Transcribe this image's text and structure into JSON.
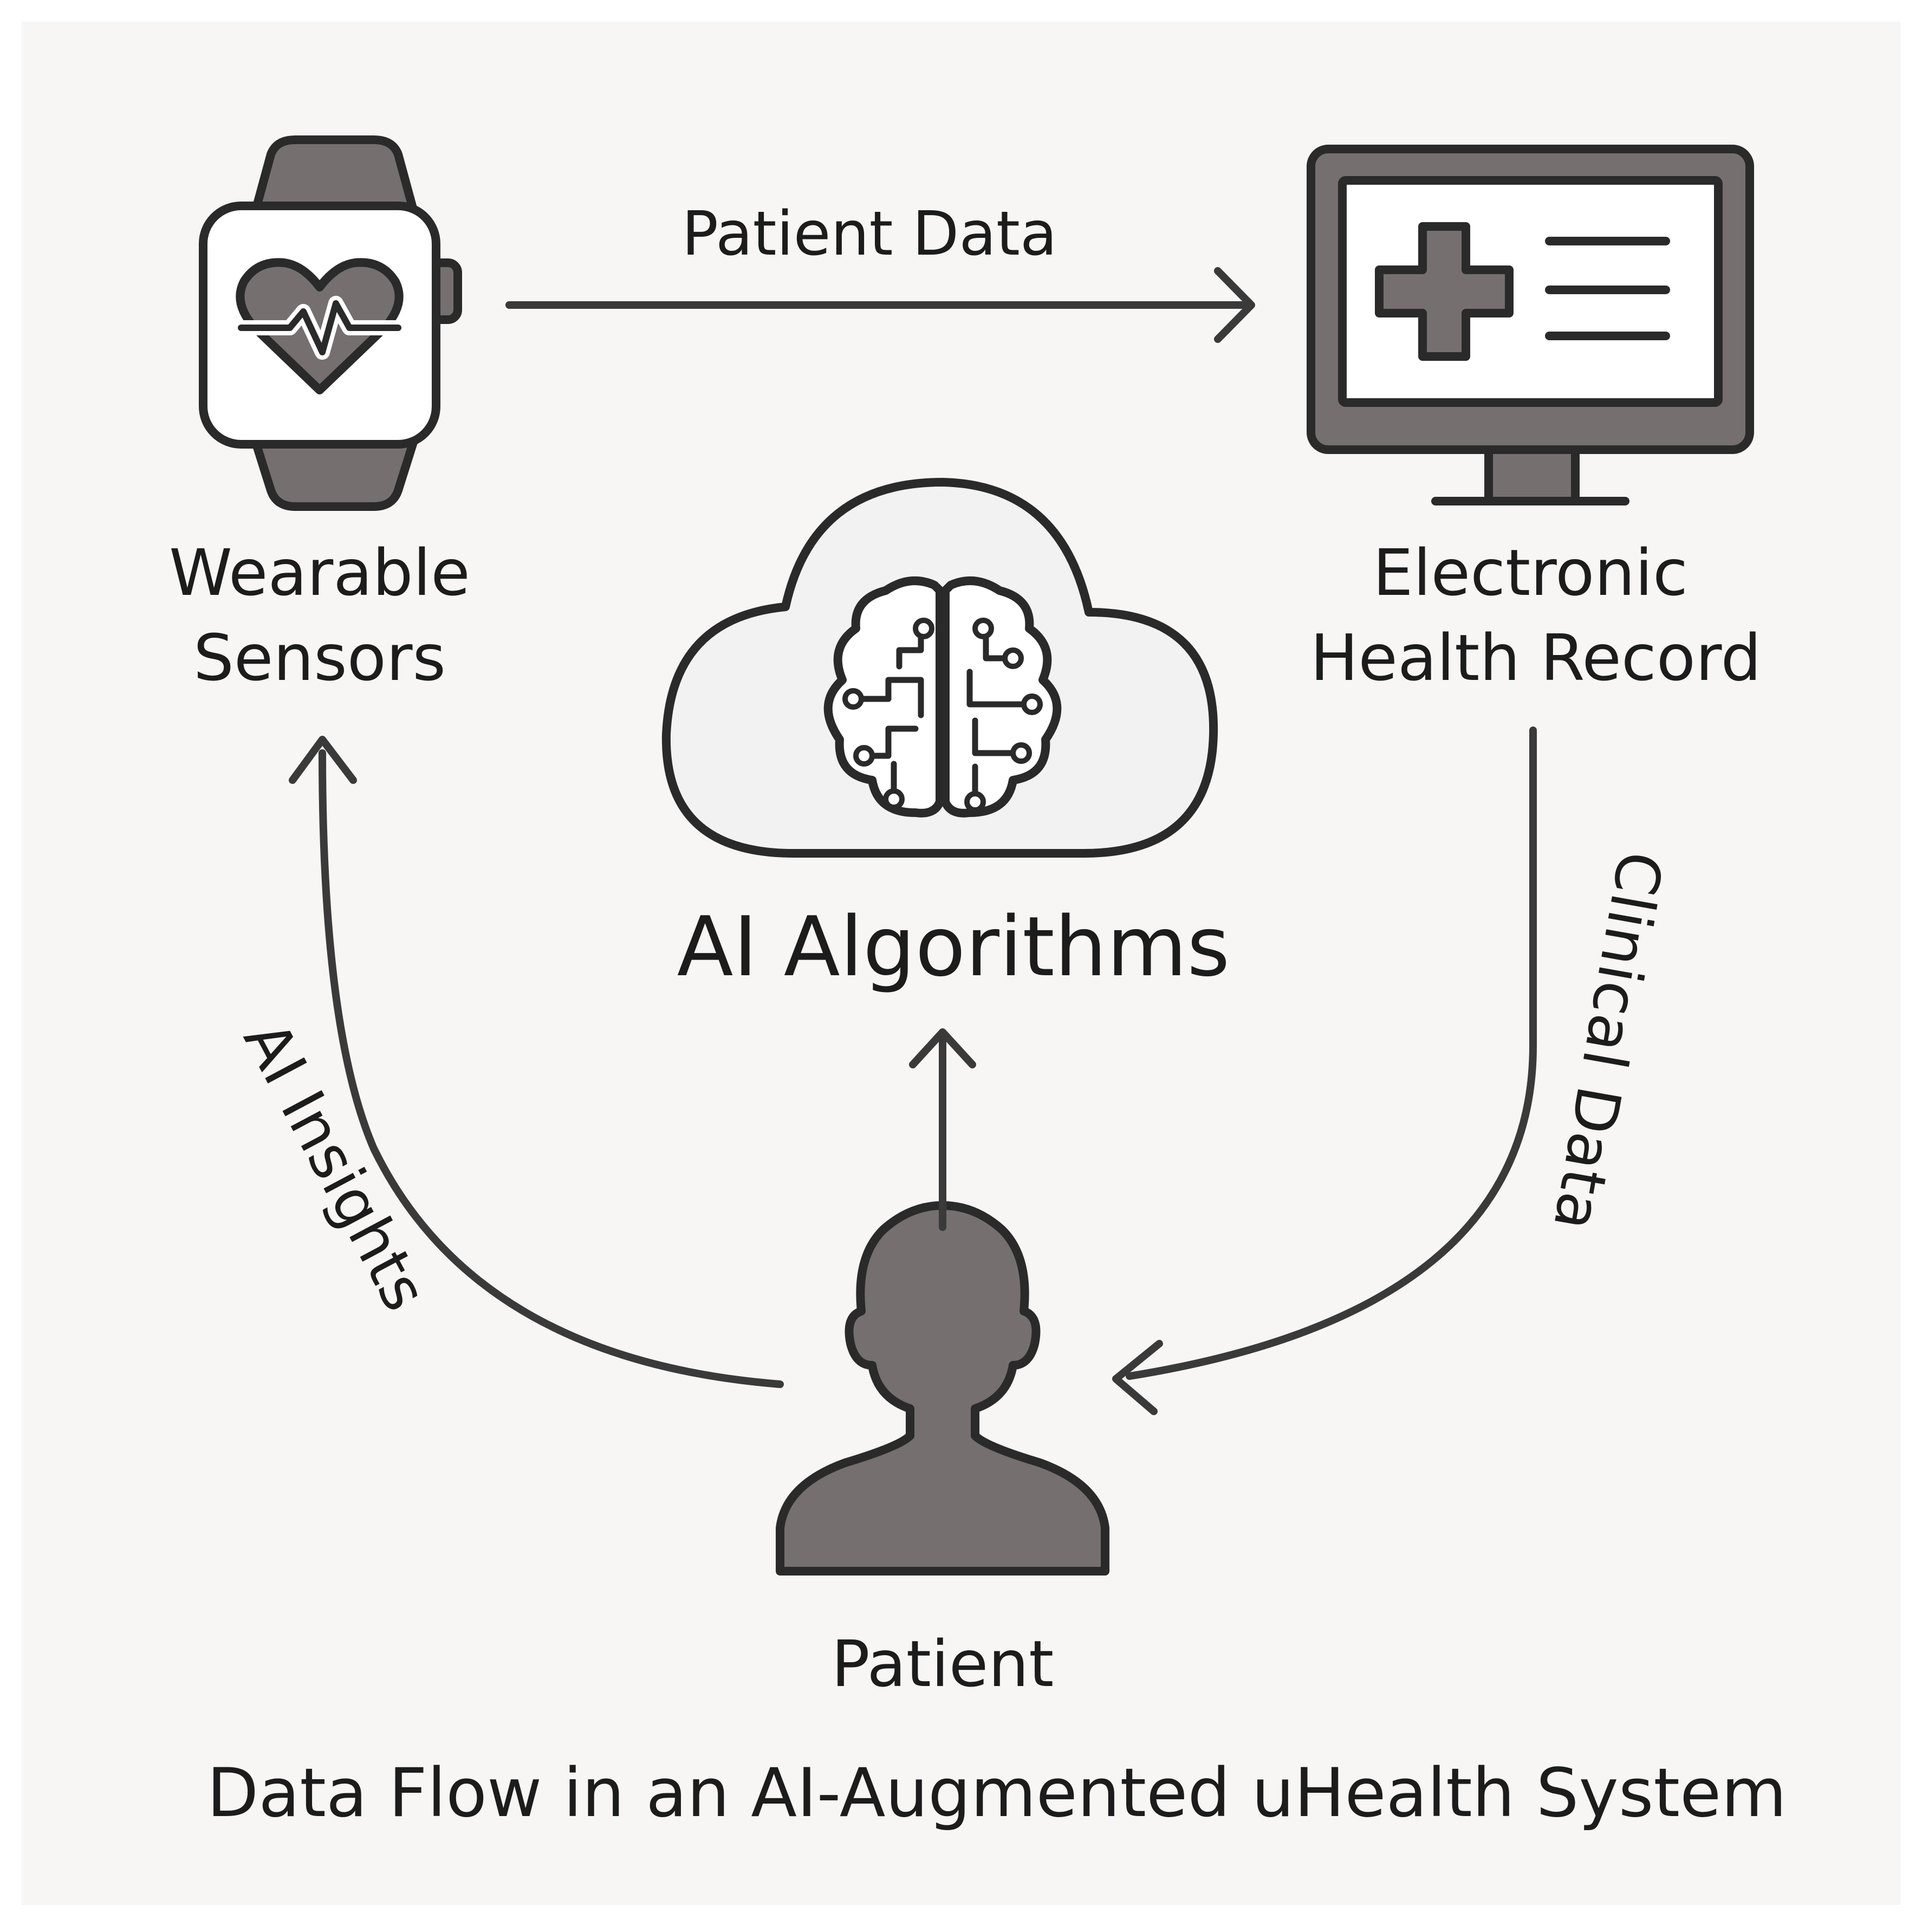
{
  "title": "Data Flow in an AI-Augmented uHealth System",
  "colors": {
    "ink": "#2a2a2a",
    "icon_fill": "#756f6f",
    "screen_fill": "#ffffff",
    "cloud_fill": "#f2f2f2",
    "background": "#f7f6f5"
  },
  "nodes": {
    "wearable": {
      "label_line1": "Wearable",
      "label_line2": "Sensors",
      "icon": "smartwatch-heartbeat-icon"
    },
    "ehr": {
      "label_line1": "Electronic",
      "label_line2": "Health Record",
      "icon": "monitor-medical-record-icon"
    },
    "ai": {
      "label": "AI Algorithms",
      "icon": "cloud-brain-circuit-icon"
    },
    "patient": {
      "label": "Patient",
      "icon": "person-silhouette-icon"
    }
  },
  "edges": {
    "patient_data": "Patient Data",
    "clinical_data": "Clinical Data",
    "ai_insights": "AI Insights"
  }
}
